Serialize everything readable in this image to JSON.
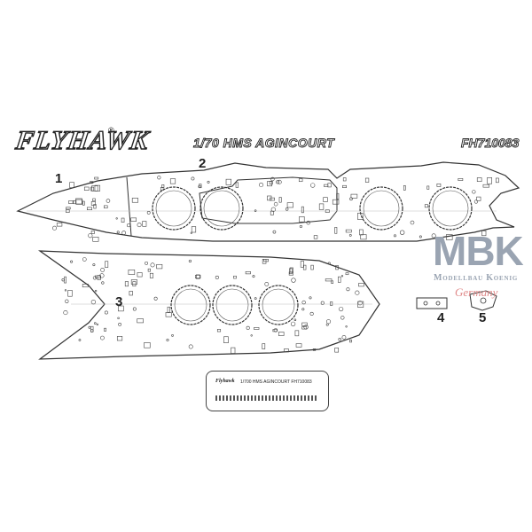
{
  "header": {
    "logo": "FLYHAWK",
    "logo_mark": "®",
    "title": "1/70 HMS AGINCOURT",
    "code": "FH710083"
  },
  "parts": {
    "p1": "1",
    "p2": "2",
    "p3": "3",
    "p4": "4",
    "p5": "5"
  },
  "watermark": {
    "brand": "MBK",
    "line": "Modellbau Koenig",
    "country": "Germany",
    "brand_color": "#9aa4b2",
    "country_color": "#e08a8a"
  },
  "fret": {
    "logo": "Flyhawk",
    "title": "1/700 HMS AGINCOURT    FH710083"
  }
}
